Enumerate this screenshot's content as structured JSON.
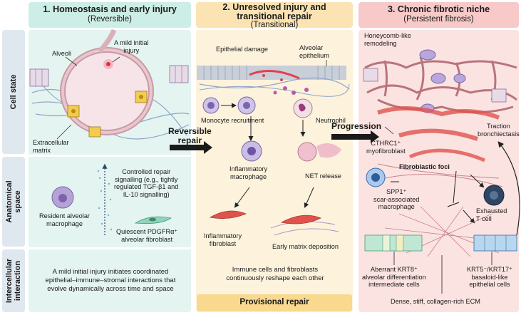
{
  "headers": [
    {
      "title": "1.  Homeostasis and early injury",
      "subtitle": "(Reversible)",
      "bg": "#cdeee6"
    },
    {
      "title": "2.  Unresolved injury and",
      "title2": "transitional repair",
      "subtitle": "(Transitional)",
      "bg": "#fbe3b3"
    },
    {
      "title": "3.  Chronic fibrotic niche",
      "subtitle": "(Persistent fibrosis)",
      "bg": "#f7c9c9"
    }
  ],
  "rows": {
    "cell_state": "Cell state",
    "anatomical": "Anatomical",
    "anatomical2": "space",
    "intercellular": "Intercellular",
    "intercellular2": "interaction"
  },
  "panel1": {
    "alveoli": "Alveoli",
    "mild_injury1": "A mild initial",
    "mild_injury2": "injury",
    "ecm1": "Extracellular",
    "ecm2": "matrix",
    "repair1": "Controlled repair",
    "repair2": "signalling  (e.g., tightly",
    "repair3": "regulated TGF-β1 and",
    "repair4": "IL-10 signalling)",
    "resident1": "Resident alveolar",
    "resident2": "macrophage",
    "quiescent1": "Quiescent PDGFRα⁺",
    "quiescent2": "alveolar fibroblast",
    "interaction1": "A mild initial injury initiates coordinated",
    "interaction2": "epithelial–immune–stromal interactions that",
    "interaction3": "evolve dynamically across time and space"
  },
  "transitions": {
    "reversible1": "Reversible",
    "reversible2": "repair",
    "progression": "Progression"
  },
  "panel2": {
    "epithelial_damage": "Epithelial damage",
    "alveolar_epi1": "Alveolar",
    "alveolar_epi2": "epithelium",
    "monocyte": "Monocyte recruitment",
    "neutrophil": "Neutrophil",
    "infl_mac1": "Inflammatory",
    "infl_mac2": "macrophage",
    "net": "NET release",
    "infl_fib1": "Inflammatory",
    "infl_fib2": "fibroblast",
    "early_matrix": "Early matrix deposition",
    "interaction1": "Immune cells and fibroblasts",
    "interaction2": "continuously reshape each other",
    "provisional": "Provisional repair"
  },
  "panel3": {
    "honeycomb1": "Honeycomb-like",
    "honeycomb2": "remodeling",
    "cthrc1_1": "CTHRC1⁺",
    "cthrc1_2": "myofibroblast",
    "traction1": "Traction",
    "traction2": "bronchiectasis",
    "foci": "Fibroblastic foci",
    "spp1_1": "SPP1⁺",
    "spp1_2": "scar-associated",
    "spp1_3": "macrophage",
    "exhausted1": "Exhausted",
    "exhausted2": "T cell",
    "krt8_1": "Aberrant KRT8⁺",
    "krt8_2": "alveolar differentiation",
    "krt8_3": "intermediate cells",
    "krt5_1": "KRT5⁻/KRT17⁺",
    "krt5_2": "basaloid-like",
    "krt5_3": "epithelial cells",
    "ecm": "Dense, stiff, collagen-rich ECM"
  }
}
